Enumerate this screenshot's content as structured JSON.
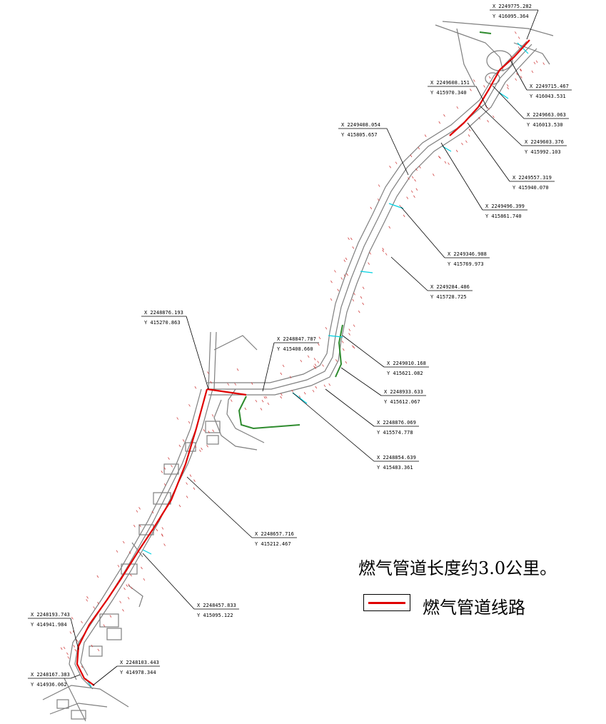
{
  "legend": {
    "note": "燃气管道长度约3.0公里。",
    "label": "燃气管道线路",
    "line_color": "#e00000"
  },
  "colors": {
    "road": "#7f7f7f",
    "pipeline": "#e00000",
    "green_strip": "#2e8b2e",
    "cyan_marks": "#00d0e0",
    "leader": "#000000"
  },
  "points": [
    {
      "x": "X 2249775.282",
      "y": "Y 416095.364"
    },
    {
      "x": "X 2249715.467",
      "y": "Y 416043.531"
    },
    {
      "x": "X 2249608.151",
      "y": "Y 415970.340"
    },
    {
      "x": "X 2249663.063",
      "y": "Y 416013.530"
    },
    {
      "x": "X 2249603.376",
      "y": "Y 415992.103"
    },
    {
      "x": "X 2249408.054",
      "y": "Y 415805.657"
    },
    {
      "x": "X 2249557.319",
      "y": "Y 415940.070"
    },
    {
      "x": "X 2249496.399",
      "y": "Y 415861.740"
    },
    {
      "x": "X 2249346.988",
      "y": "Y 415769.973"
    },
    {
      "x": "X 2249284.486",
      "y": "Y 415728.725"
    },
    {
      "x": "X 2248876.193",
      "y": "Y 415270.863"
    },
    {
      "x": "X 2248847.787",
      "y": "Y 415408.660"
    },
    {
      "x": "X 2249010.168",
      "y": "Y 415621.082"
    },
    {
      "x": "X 2248933.633",
      "y": "Y 415612.067"
    },
    {
      "x": "X 2248876.069",
      "y": "Y 415574.778"
    },
    {
      "x": "X 2248854.639",
      "y": "Y 415483.361"
    },
    {
      "x": "X 2248657.716",
      "y": "Y 415212.467"
    },
    {
      "x": "X 2248457.833",
      "y": "Y 415095.122"
    },
    {
      "x": "X 2248193.743",
      "y": "Y 414941.984"
    },
    {
      "x": "X 2248103.443",
      "y": "Y 414978.344"
    },
    {
      "x": "X 2248167.383",
      "y": "Y 414936.062"
    }
  ]
}
